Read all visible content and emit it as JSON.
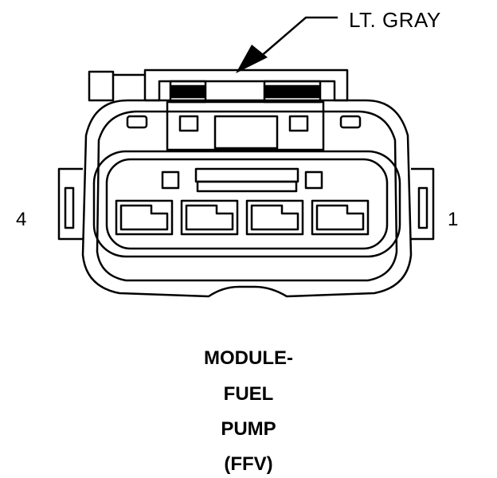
{
  "connector": {
    "color_label": "LT. GRAY",
    "pin_left": "4",
    "pin_right": "1",
    "cavity_count": 4
  },
  "caption": {
    "line1": "MODULE-",
    "line2": "FUEL",
    "line3": "PUMP",
    "line4": "(FFV)"
  }
}
